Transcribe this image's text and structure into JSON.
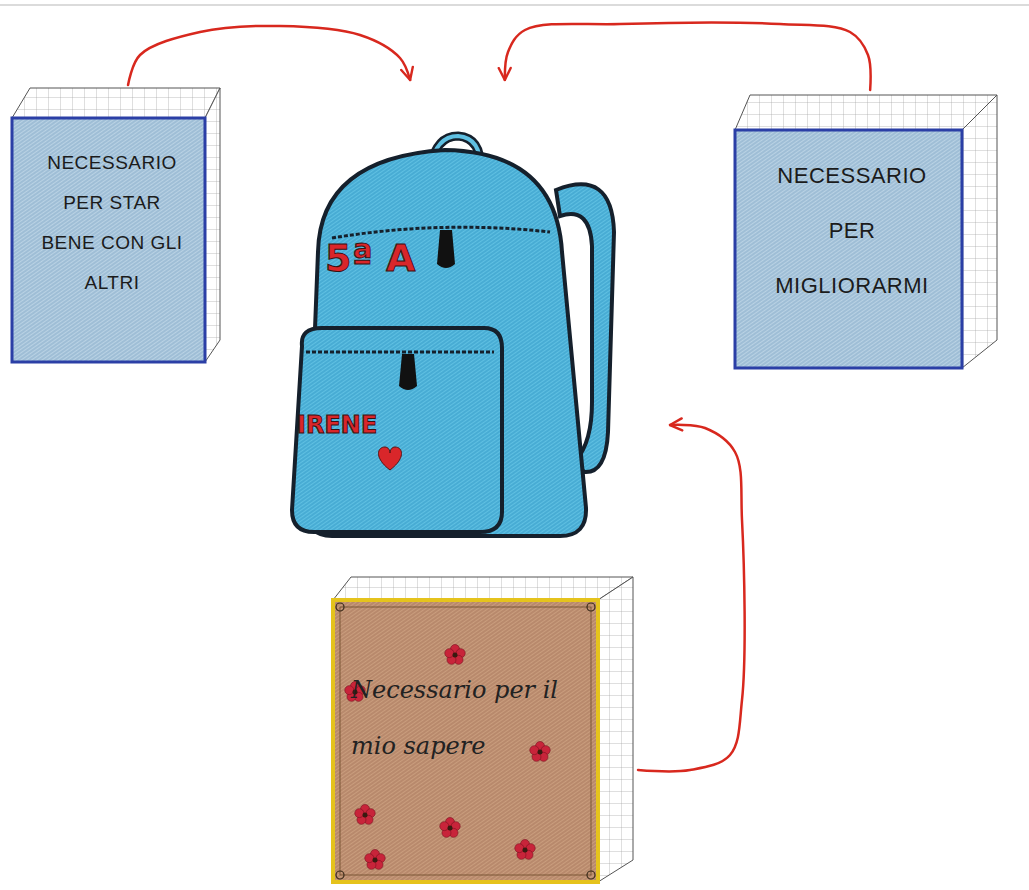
{
  "diagram": {
    "nodes": [
      {
        "text": [
          "NECESSARIO PER STAR BENE CON GLI ALTRI"
        ]
      },
      {
        "text": [
          "5ª A",
          "IRENE"
        ]
      },
      {
        "text": [
          "NECESSARIO PER MIGLIORARMI"
        ]
      },
      {
        "text": [
          "Necessario per il mio sapere"
        ]
      }
    ],
    "edges": [
      {
        "from": 0,
        "to": 1,
        "arrow": "to"
      },
      {
        "from": 2,
        "to": 1,
        "arrow": "to"
      },
      {
        "from": 3,
        "to": 1,
        "arrow": "to"
      }
    ]
  }
}
